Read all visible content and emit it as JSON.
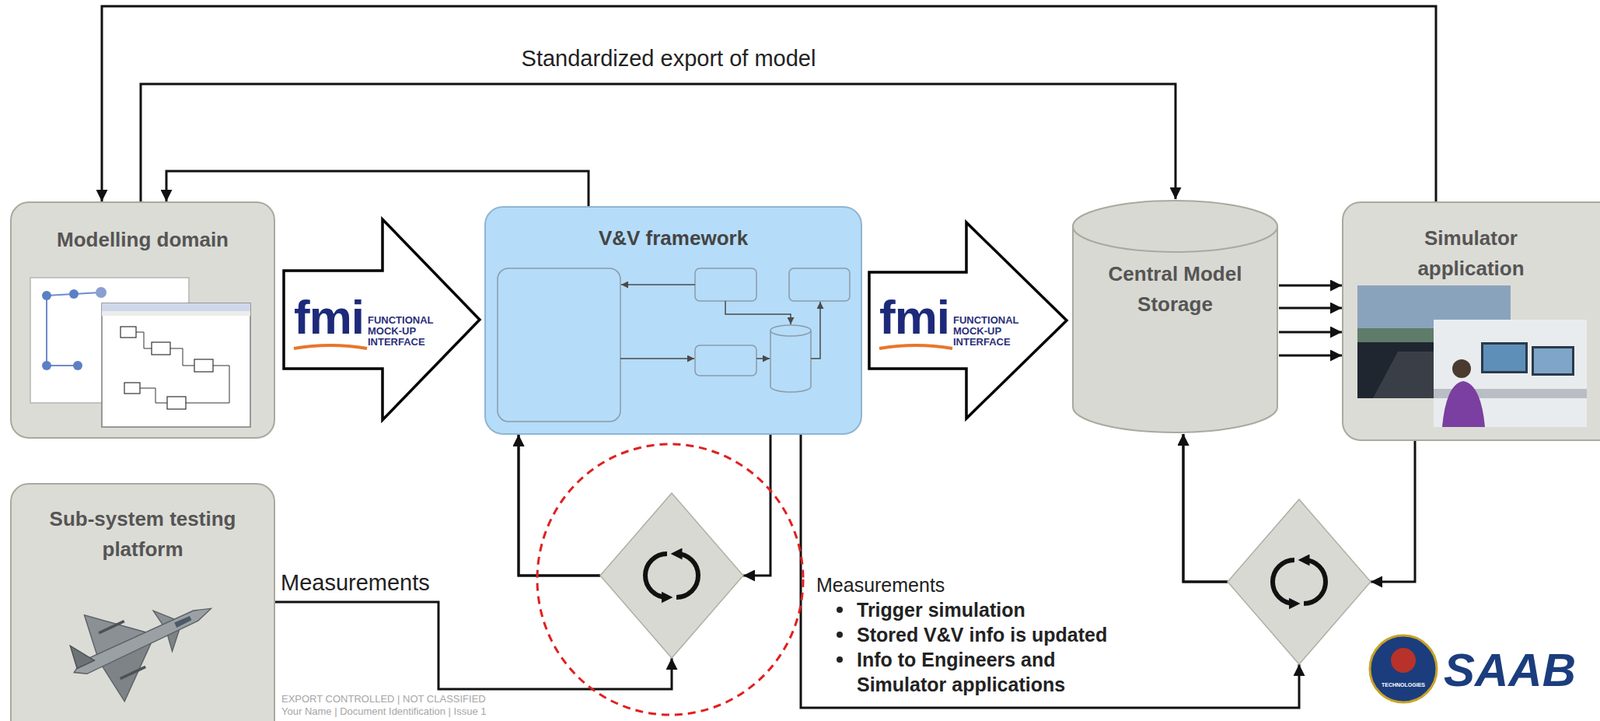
{
  "diagram": {
    "nodes": [
      {
        "text": [
          "Modelling domain"
        ]
      },
      {
        "text": [
          "V&V framework"
        ]
      },
      {
        "text": [
          "Central Model Storage"
        ]
      },
      {
        "text": [
          "Simulator application"
        ]
      },
      {
        "text": [
          "Sub-system testing platform"
        ]
      }
    ],
    "edges": [
      {
        "from": 0,
        "to": 1,
        "arrow": "to"
      },
      {
        "from": 1,
        "to": 2,
        "arrow": "to"
      },
      {
        "from": 2,
        "to": 3,
        "arrow": "to"
      },
      {
        "from": 0,
        "to": 2,
        "label": "Standardized export of model",
        "arrow": "to"
      },
      {
        "from": 3,
        "to": 0,
        "arrow": "to"
      },
      {
        "from": 1,
        "to": 0,
        "arrow": "to"
      },
      {
        "from": 4,
        "to": 1,
        "label": "Measurements",
        "arrow": "to"
      },
      {
        "from": 1,
        "to": 1,
        "arrow": "to"
      },
      {
        "from": 1,
        "to": 2,
        "arrow": "to"
      },
      {
        "from": 3,
        "to": 2,
        "arrow": "to"
      }
    ],
    "labels": [
      "fmi",
      "FUNCTIONAL MOCK-UP INTERFACE",
      "fmi",
      "FUNCTIONAL MOCK-UP INTERFACE",
      "Measurements",
      "Trigger simulation",
      "Stored V&V info is updated",
      "Info to Engineers and Simulator applications",
      "EXPORT CONTROLLED | NOT CLASSIFIED",
      "Your Name | Document Identification | Issue 1",
      "TECHNOLOGIES",
      "SAAB"
    ]
  }
}
